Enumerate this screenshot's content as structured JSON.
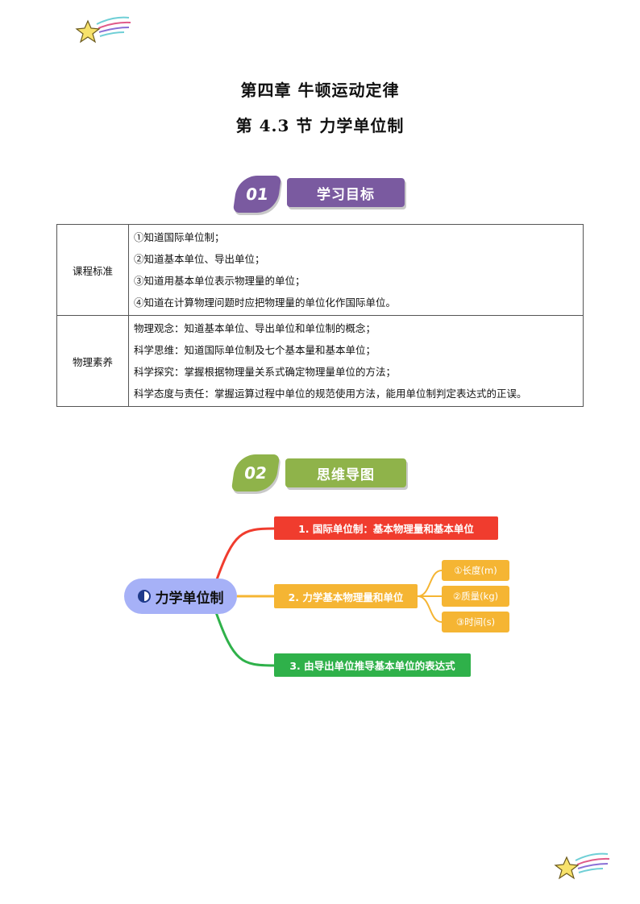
{
  "header": {
    "chapter_title": "第四章  牛顿运动定律",
    "section_title": "第 4.3 节  力学单位制"
  },
  "section1": {
    "number": "01",
    "label": "学习目标",
    "color": "#7a5aa0"
  },
  "goals_table": {
    "rows": [
      {
        "label": "课程标准",
        "items": [
          "①知道国际单位制；",
          "②知道基本单位、导出单位；",
          "③知道用基本单位表示物理量的单位；",
          "④知道在计算物理问题时应把物理量的单位化作国际单位。"
        ]
      },
      {
        "label": "物理素养",
        "items": [
          "物理观念：知道基本单位、导出单位和单位制的概念；",
          "科学思维：知道国际单位制及七个基本量和基本单位；",
          "科学探究：掌握根据物理量关系式确定物理量单位的方法；",
          "科学态度与责任：掌握运算过程中单位的规范使用方法，能用单位制判定表达式的正误。"
        ]
      }
    ]
  },
  "section2": {
    "number": "02",
    "label": "思维导图",
    "color": "#8fb34a"
  },
  "mindmap": {
    "root": "力学单位制",
    "branches": [
      {
        "label": "1. 国际单位制：基本物理量和基本单位",
        "color": "#f03c2e"
      },
      {
        "label": "2. 力学基本物理量和单位",
        "color": "#f5b533",
        "children": [
          "①长度(m)",
          "②质量(kg)",
          "③时间(s)"
        ]
      },
      {
        "label": "3. 由导出单位推导基本单位的表达式",
        "color": "#2fb14a"
      }
    ]
  },
  "icons": {
    "top_decor": "shooting-star-icon",
    "bottom_decor": "shooting-star-icon"
  }
}
